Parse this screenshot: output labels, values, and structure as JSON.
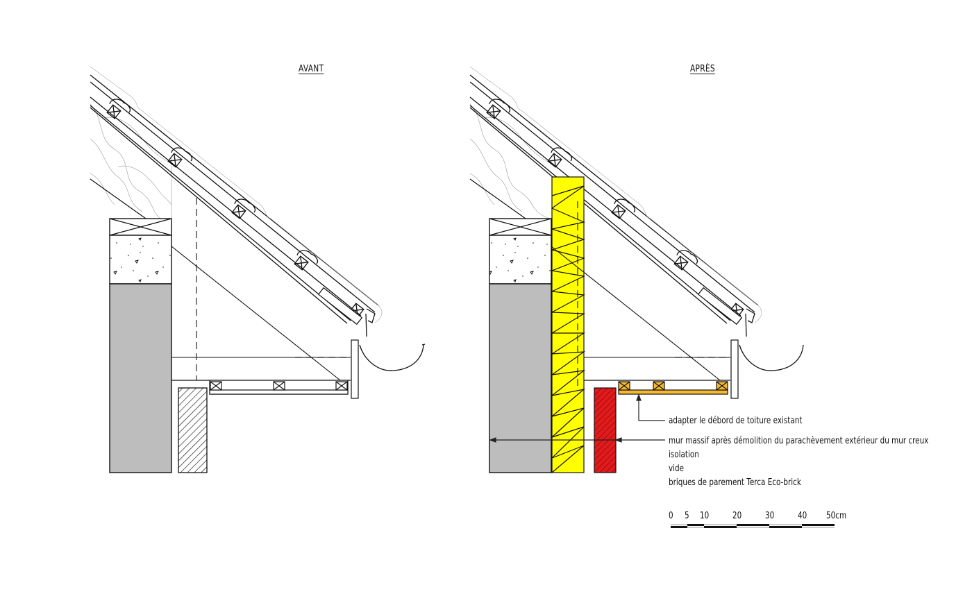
{
  "drawing": {
    "left_panel": {
      "title": "AVANT"
    },
    "right_panel": {
      "title": "APRÈS"
    },
    "annotations": [
      {
        "id": "overhang",
        "text": "adapter le débord de toiture existant"
      },
      {
        "id": "wall",
        "text": "mur massif après démolition du parachèvement extérieur du mur creux"
      },
      {
        "id": "insulation",
        "text": "isolation"
      },
      {
        "id": "cavity",
        "text": "vide"
      },
      {
        "id": "facing",
        "text": "briques de parement Terca Eco-brick"
      }
    ],
    "scale_bar": {
      "ticks": [
        "0",
        "5",
        "10",
        "20",
        "30",
        "40",
        "50cm"
      ]
    },
    "colors": {
      "masonry_gray": "#bdbdbd",
      "insulation_yellow": "#ffff00",
      "facing_brick_red": "#e11b1b",
      "timber_orange": "#f5b82e",
      "line": "#111111"
    }
  }
}
